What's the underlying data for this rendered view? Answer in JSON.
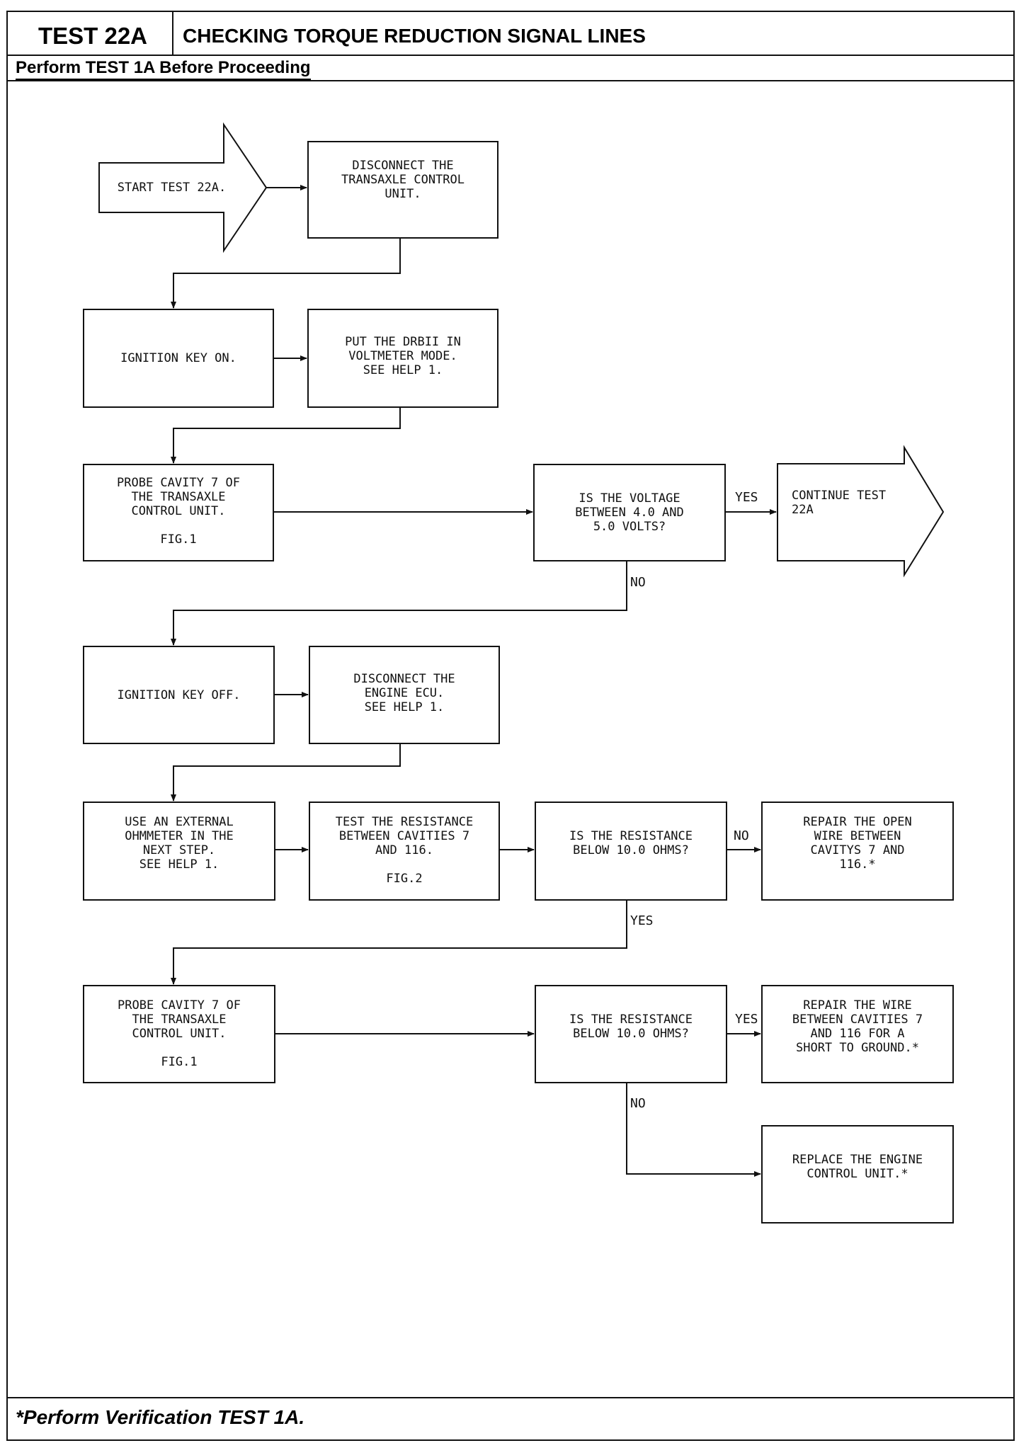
{
  "header": {
    "test_id": "TEST 22A",
    "title": "CHECKING TORQUE REDUCTION SIGNAL LINES",
    "prerequisite": "Perform TEST 1A Before Proceeding"
  },
  "footer": {
    "note": "*Perform Verification TEST 1A."
  },
  "steps": {
    "start": "START TEST 22A.",
    "disconnect_tcu": "DISCONNECT THE\nTRANSAXLE CONTROL\nUNIT.",
    "ignition_on": "IGNITION KEY ON.",
    "drbii_voltmeter": "PUT THE DRBII IN\nVOLTMETER MODE.\nSEE HELP 1.",
    "probe_cavity_1": "PROBE CAVITY 7 OF\nTHE TRANSAXLE\nCONTROL UNIT.\n\nFIG.1",
    "voltage_check": "IS THE VOLTAGE\nBETWEEN 4.0 AND\n5.0 VOLTS?",
    "continue": "CONTINUE TEST\n22A",
    "ignition_off": "IGNITION KEY OFF.",
    "disconnect_ecu": "DISCONNECT THE\nENGINE ECU.\nSEE HELP 1.",
    "external_ohmmeter": "USE AN EXTERNAL\nOHMMETER IN THE\nNEXT STEP.\nSEE HELP 1.",
    "test_resistance": "TEST THE RESISTANCE\nBETWEEN CAVITIES 7\nAND 116.\n\nFIG.2",
    "resistance_check_1": "IS THE RESISTANCE\nBELOW 10.0 OHMS?",
    "repair_open": "REPAIR THE OPEN\nWIRE BETWEEN\nCAVITYS 7 AND\n116.*",
    "probe_cavity_2": "PROBE CAVITY 7 OF\nTHE TRANSAXLE\nCONTROL UNIT.\n\nFIG.1",
    "resistance_check_2": "IS THE RESISTANCE\nBELOW 10.0 OHMS?",
    "repair_short": "REPAIR THE WIRE\nBETWEEN CAVITIES 7\nAND 116 FOR A\nSHORT TO GROUND.*",
    "replace_ecu": "REPLACE THE ENGINE\nCONTROL UNIT.*"
  },
  "branch_labels": {
    "voltage_yes": "YES",
    "voltage_no": "NO",
    "resistance1_no": "NO",
    "resistance1_yes": "YES",
    "resistance2_yes": "YES",
    "resistance2_no": "NO"
  }
}
